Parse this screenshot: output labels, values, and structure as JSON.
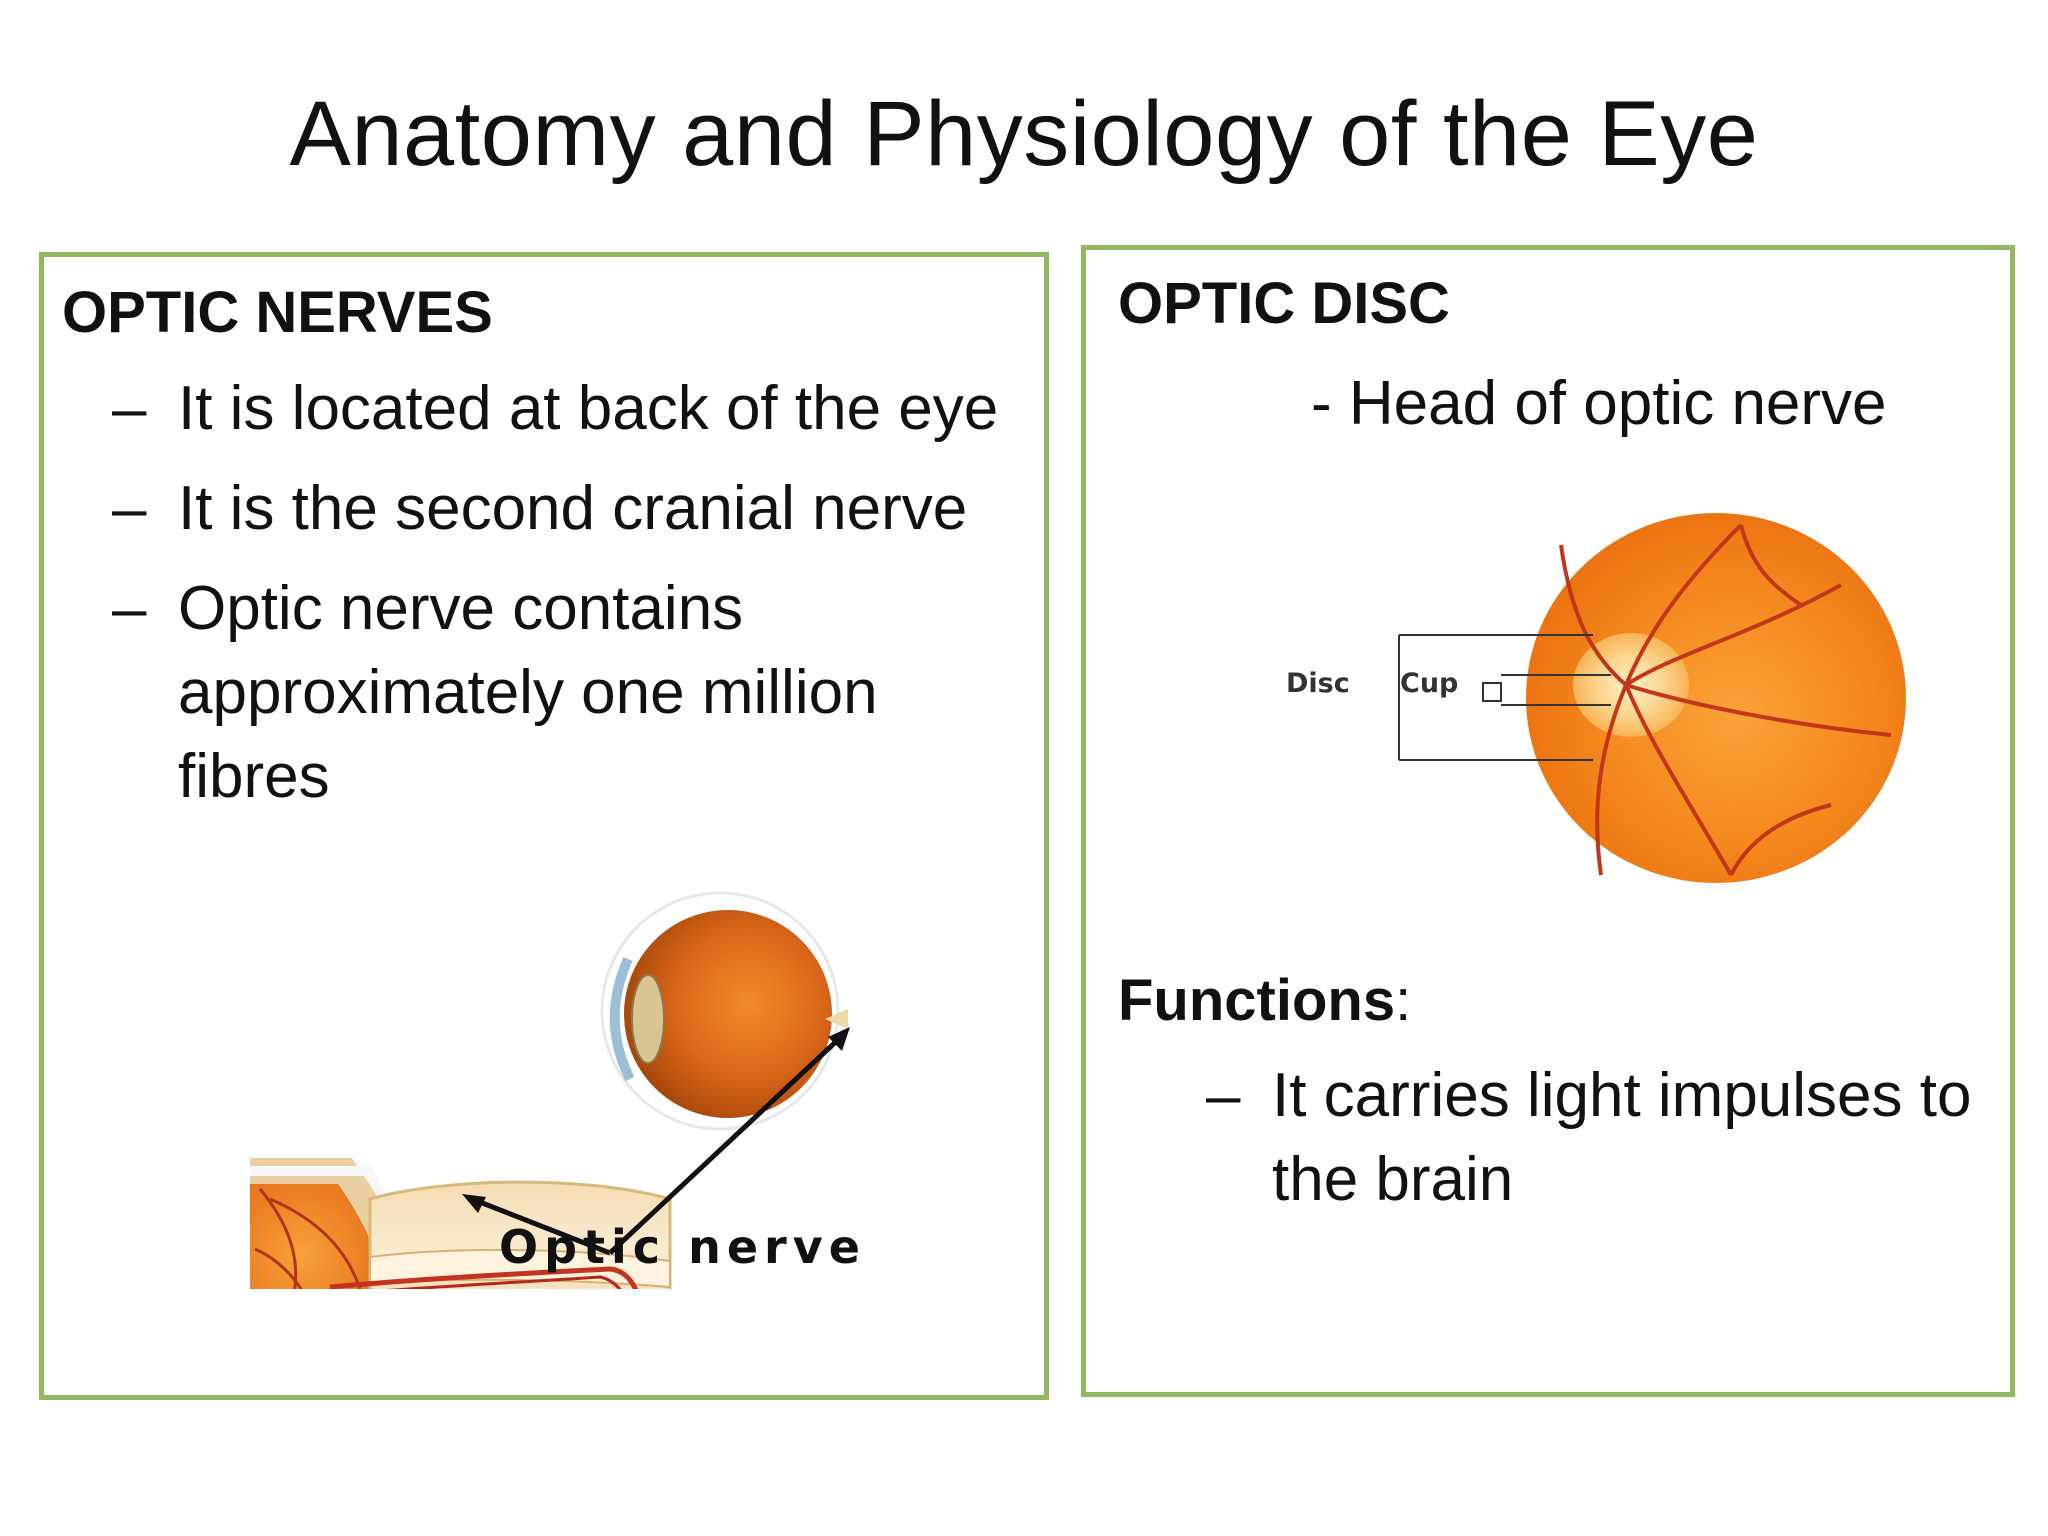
{
  "slide": {
    "title": "Anatomy and Physiology of the Eye",
    "border_color": "#92b860"
  },
  "left_panel": {
    "heading": "OPTIC NERVES",
    "bullets": [
      {
        "dash": "–",
        "lines": [
          "It is located at back of the eye"
        ]
      },
      {
        "dash": "–",
        "lines": [
          "It is the second cranial nerve"
        ]
      },
      {
        "dash": "–",
        "lines": [
          "Optic nerve contains",
          "approximately one million",
          "fibres"
        ]
      }
    ],
    "figure": {
      "caption": "Optic nerve",
      "icon": "eye-optic-nerve-illustration"
    }
  },
  "right_panel": {
    "heading": "OPTIC DISC",
    "subtext": "- Head of optic nerve",
    "figure": {
      "icon": "retina-fundus-illustration",
      "disc_label": "Disc",
      "cup_label": "Cup"
    },
    "functions_label": "Functions",
    "functions_colon": ":",
    "functions": [
      {
        "dash": "–",
        "lines": [
          "It carries light impulses to",
          "the brain"
        ]
      }
    ]
  }
}
